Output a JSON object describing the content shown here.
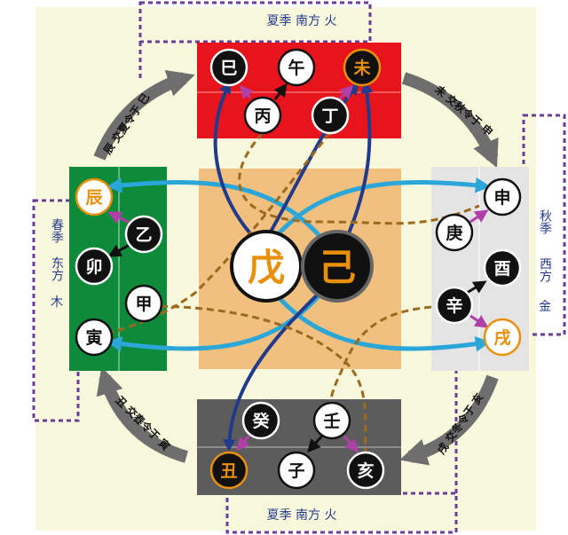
{
  "seasons": {
    "top": "夏季 南方 火",
    "bottom": "夏季 南方 火",
    "left_line1": "春季",
    "left_line2": "东方",
    "left_line3": "木",
    "right_line1": "秋季",
    "right_line2": "西方",
    "right_line3": "金"
  },
  "transitions": {
    "top_left": "辰 交夏令于 巳",
    "top_right": "未 交秋令于 申",
    "bottom_right": "戌 交冬令于 亥",
    "bottom_left": "丑 交春令于 寅"
  },
  "center": {
    "wu": "戊",
    "ji": "己"
  },
  "south": {
    "si": "巳",
    "wu": "午",
    "wei": "未",
    "bing": "丙",
    "ding": "丁"
  },
  "east": {
    "chen": "辰",
    "yi": "乙",
    "mao": "卯",
    "jia": "甲",
    "yin": "寅"
  },
  "west": {
    "shen": "申",
    "geng": "庚",
    "you": "酉",
    "xin": "辛",
    "xu": "戌"
  },
  "north": {
    "gui": "癸",
    "ren": "壬",
    "chou": "丑",
    "zi": "子",
    "hai": "亥"
  },
  "colors": {
    "background": "#f8f8dc",
    "south_box": "#e8141c",
    "east_box": "#0d8a3a",
    "west_box": "#e4e4e4",
    "north_box": "#5c5c5c",
    "center_box": "#f2c07e",
    "earth_orange": "#e8900a",
    "dashed_purple": "#6a3d9a",
    "arrow_gray": "#6e6e6e",
    "cyan_line": "#2aa6d8",
    "navy_line": "#223a8c",
    "brown_dashed": "#9a6a1e",
    "magenta_arrow": "#b040a8"
  }
}
